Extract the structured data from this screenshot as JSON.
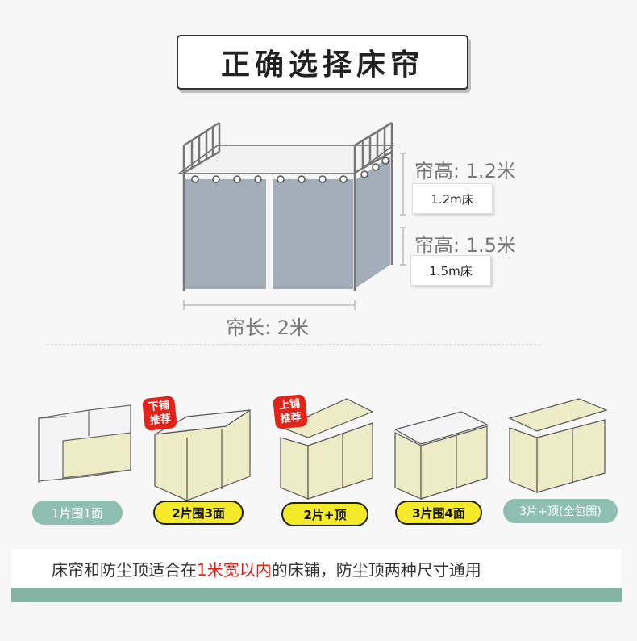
{
  "title": "正确选择床帘",
  "bed_diagram": {
    "height_label_1": "帘高: 1.2米",
    "size_tag_1": "1.2m床",
    "height_label_2": "帘高: 1.5米",
    "size_tag_2": "1.5m床",
    "length_label": "帘长: 2米"
  },
  "options": [
    {
      "label": "1片围1面",
      "style": "green",
      "badge": ""
    },
    {
      "label": "2片围3面",
      "style": "yellow",
      "badge": "下铺推荐"
    },
    {
      "label": "2片+顶",
      "style": "yellow",
      "badge": "上铺推荐"
    },
    {
      "label": "3片围4面",
      "style": "yellow",
      "badge": ""
    },
    {
      "label": "3片+顶(全包围)",
      "style": "green",
      "badge": ""
    }
  ],
  "badges": {
    "lower_line1": "下铺",
    "lower_line2": "推荐",
    "upper_line1": "上铺",
    "upper_line2": "推荐"
  },
  "footer": {
    "part1": "床帘和防尘顶适合在",
    "highlight1": "1米宽以内",
    "part2": "的床铺，防尘顶两种尺寸通用"
  },
  "colors": {
    "curtain_gray": "#a3adb9",
    "curtain_yellow": "#eeecc6",
    "accent_green": "#85b4a5",
    "badge_red": "#e2231a",
    "pill_yellow": "#f5ea2a"
  }
}
